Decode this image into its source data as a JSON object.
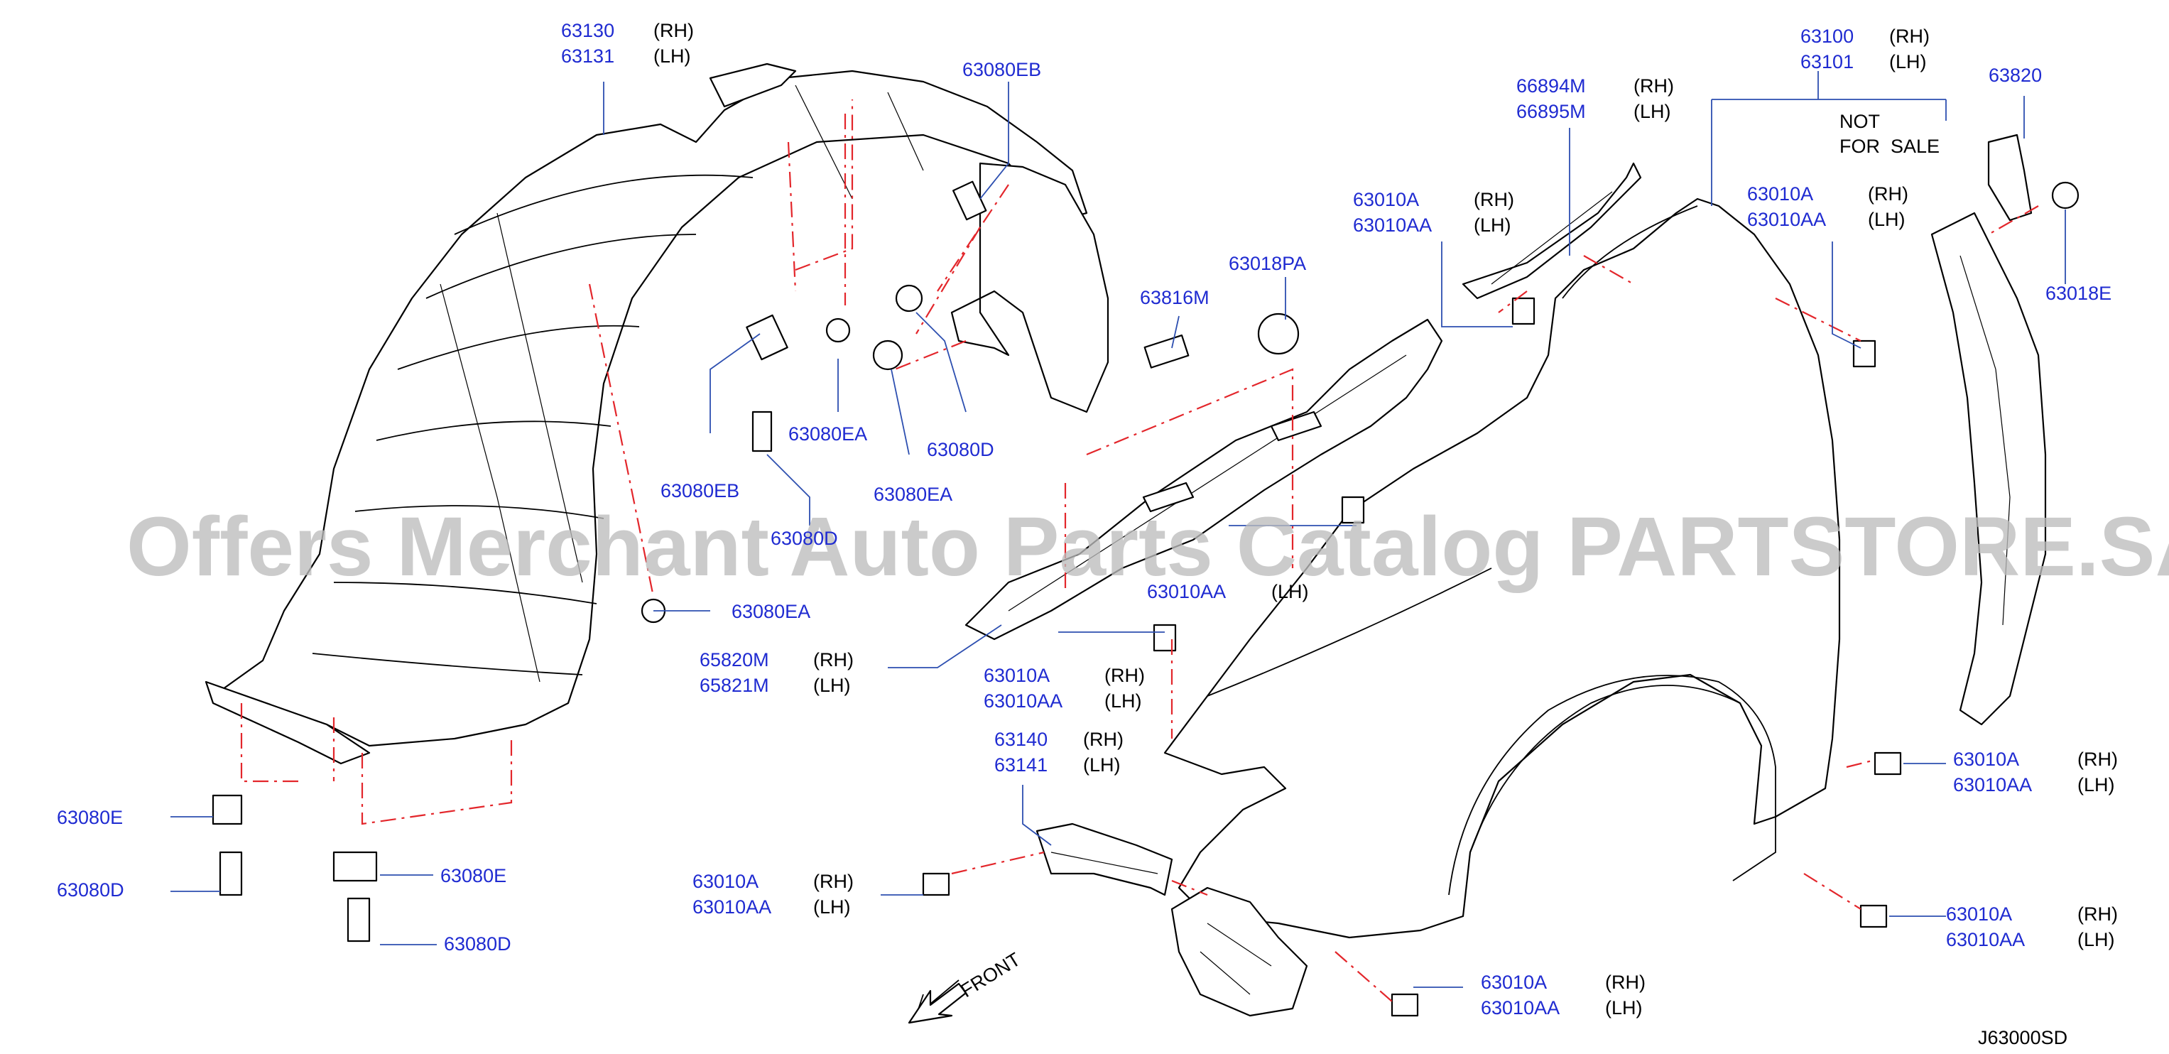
{
  "colors": {
    "callout": "#1f2bd1",
    "leader": "#2d4fb0",
    "dashed_line": "#e3262b",
    "watermark": "#bdbdbd"
  },
  "watermark": "Offers Merchant Auto Parts Catalog PARTSTORE.SA",
  "diagram_code": "J63000SD",
  "front_label": "FRONT",
  "not_for_sale": [
    "NOT",
    "FOR  SALE"
  ],
  "callouts": [
    {
      "id": "c63130",
      "lines": [
        {
          "part": "63130",
          "side": "(RH)"
        },
        {
          "part": "63131",
          "side": "(LH)"
        }
      ]
    },
    {
      "id": "c63080eb_top",
      "lines": [
        {
          "part": "63080EB",
          "side": ""
        }
      ]
    },
    {
      "id": "c66894m",
      "lines": [
        {
          "part": "66894M",
          "side": "(RH)"
        },
        {
          "part": "66895M",
          "side": "(LH)"
        }
      ]
    },
    {
      "id": "c63100",
      "lines": [
        {
          "part": "63100",
          "side": "(RH)"
        },
        {
          "part": "63101",
          "side": "(LH)"
        }
      ]
    },
    {
      "id": "c63820",
      "lines": [
        {
          "part": "63820",
          "side": ""
        }
      ]
    },
    {
      "id": "c63010a_1",
      "lines": [
        {
          "part": "63010A",
          "side": "(RH)"
        },
        {
          "part": "63010AA",
          "side": "(LH)"
        }
      ]
    },
    {
      "id": "c63010a_2",
      "lines": [
        {
          "part": "63010A",
          "side": "(RH)"
        },
        {
          "part": "63010AA",
          "side": "(LH)"
        }
      ]
    },
    {
      "id": "c63018pa",
      "lines": [
        {
          "part": "63018PA",
          "side": ""
        }
      ]
    },
    {
      "id": "c63816m",
      "lines": [
        {
          "part": "63816M",
          "side": ""
        }
      ]
    },
    {
      "id": "c63018e",
      "lines": [
        {
          "part": "63018E",
          "side": ""
        }
      ]
    },
    {
      "id": "c63080ea_mid",
      "lines": [
        {
          "part": "63080EA",
          "side": ""
        }
      ]
    },
    {
      "id": "c63080eb_mid",
      "lines": [
        {
          "part": "63080EB",
          "side": ""
        }
      ]
    },
    {
      "id": "c63080d_mid",
      "lines": [
        {
          "part": "63080D",
          "side": ""
        }
      ]
    },
    {
      "id": "c63080ea_low",
      "lines": [
        {
          "part": "63080EA",
          "side": ""
        }
      ]
    },
    {
      "id": "c63080d_hidden",
      "lines": [
        {
          "part": "63080D",
          "side": ""
        }
      ]
    },
    {
      "id": "c63010a_3",
      "lines": [
        {
          "part": "63010AA",
          "side": "(LH)"
        }
      ]
    },
    {
      "id": "c63080ea_bottom",
      "lines": [
        {
          "part": "63080EA",
          "side": ""
        }
      ]
    },
    {
      "id": "c65820m",
      "lines": [
        {
          "part": "65820M",
          "side": "(RH)"
        },
        {
          "part": "65821M",
          "side": "(LH)"
        }
      ]
    },
    {
      "id": "c63010a_4",
      "lines": [
        {
          "part": "63010A",
          "side": "(RH)"
        },
        {
          "part": "63010AA",
          "side": "(LH)"
        }
      ]
    },
    {
      "id": "c63140",
      "lines": [
        {
          "part": "63140",
          "side": "(RH)"
        },
        {
          "part": "63141",
          "side": "(LH)"
        }
      ]
    },
    {
      "id": "c63010a_5",
      "lines": [
        {
          "part": "63010A",
          "side": "(RH)"
        },
        {
          "part": "63010AA",
          "side": "(LH)"
        }
      ]
    },
    {
      "id": "c63010a_6",
      "lines": [
        {
          "part": "63010A",
          "side": "(RH)"
        },
        {
          "part": "63010AA",
          "side": "(LH)"
        }
      ]
    },
    {
      "id": "c63010a_7",
      "lines": [
        {
          "part": "63010A",
          "side": "(RH)"
        },
        {
          "part": "63010AA",
          "side": "(LH)"
        }
      ]
    },
    {
      "id": "c63010a_8",
      "lines": [
        {
          "part": "63010A",
          "side": "(RH)"
        },
        {
          "part": "63010AA",
          "side": "(LH)"
        }
      ]
    },
    {
      "id": "c63080e_left",
      "lines": [
        {
          "part": "63080E",
          "side": ""
        }
      ]
    },
    {
      "id": "c63080d_left",
      "lines": [
        {
          "part": "63080D",
          "side": ""
        }
      ]
    },
    {
      "id": "c63080e_right",
      "lines": [
        {
          "part": "63080E",
          "side": ""
        }
      ]
    },
    {
      "id": "c63080d_right",
      "lines": [
        {
          "part": "63080D",
          "side": ""
        }
      ]
    }
  ]
}
